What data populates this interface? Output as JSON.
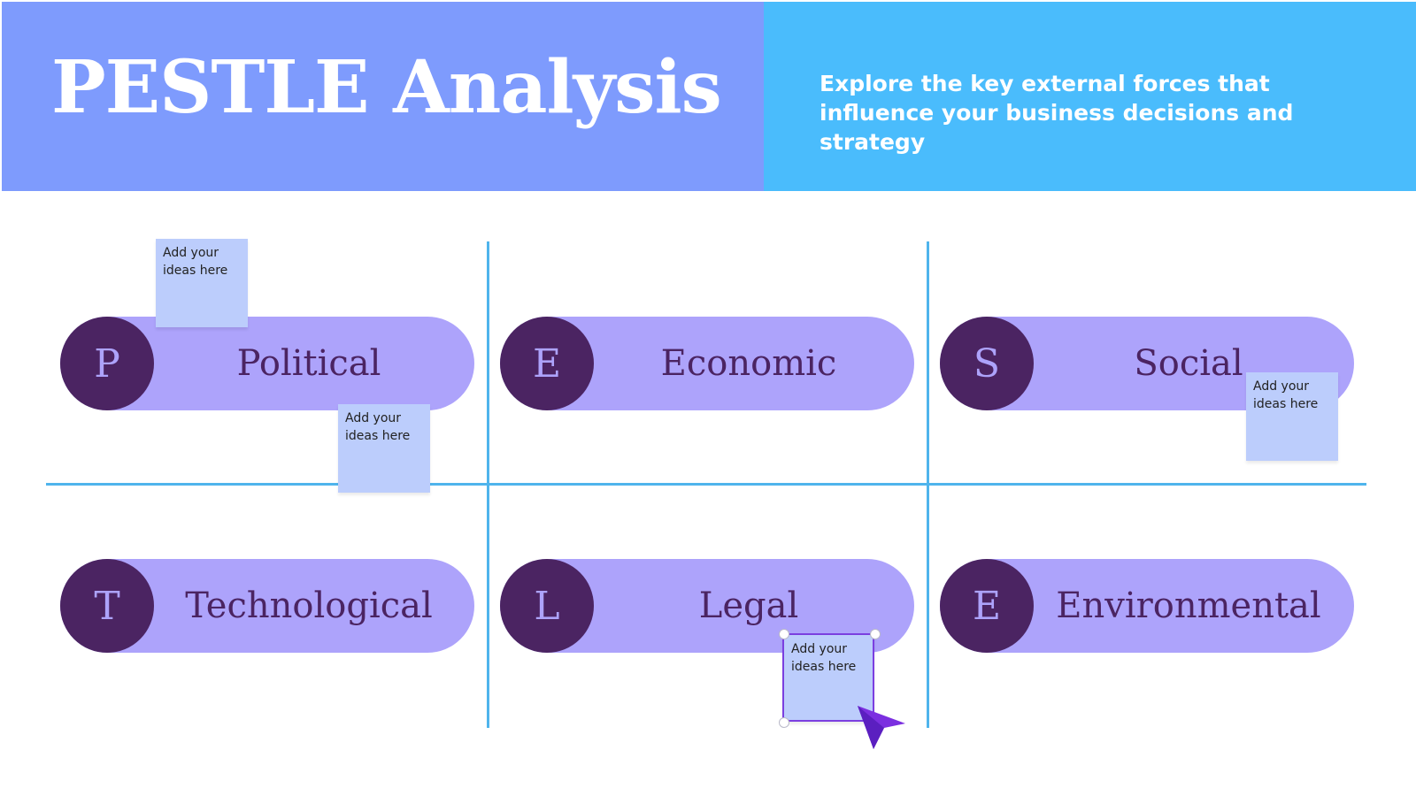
{
  "header": {
    "title": "PESTLE Analysis",
    "subtitle": "Explore the key external forces that influence your business decisions and strategy"
  },
  "categories": [
    {
      "letter": "P",
      "label": "Political"
    },
    {
      "letter": "E",
      "label": "Economic"
    },
    {
      "letter": "S",
      "label": "Social"
    },
    {
      "letter": "T",
      "label": "Technological"
    },
    {
      "letter": "L",
      "label": "Legal"
    },
    {
      "letter": "E",
      "label": "Environmental"
    }
  ],
  "stickies": [
    {
      "text": "Add your ideas here"
    },
    {
      "text": "Add your ideas here"
    },
    {
      "text": "Add your ideas here"
    },
    {
      "text": "Add your ideas here",
      "selected": true
    }
  ],
  "colors": {
    "header_left": "#7e9bfd",
    "header_right": "#4abcfc",
    "pill": "#ada3fb",
    "circle": "#4b2462",
    "grid_line": "#4fb4ec",
    "sticky": "#bccdfc",
    "cursor": "#7b2fe0"
  },
  "icons": {
    "cursor": "arrow-cursor-icon"
  }
}
